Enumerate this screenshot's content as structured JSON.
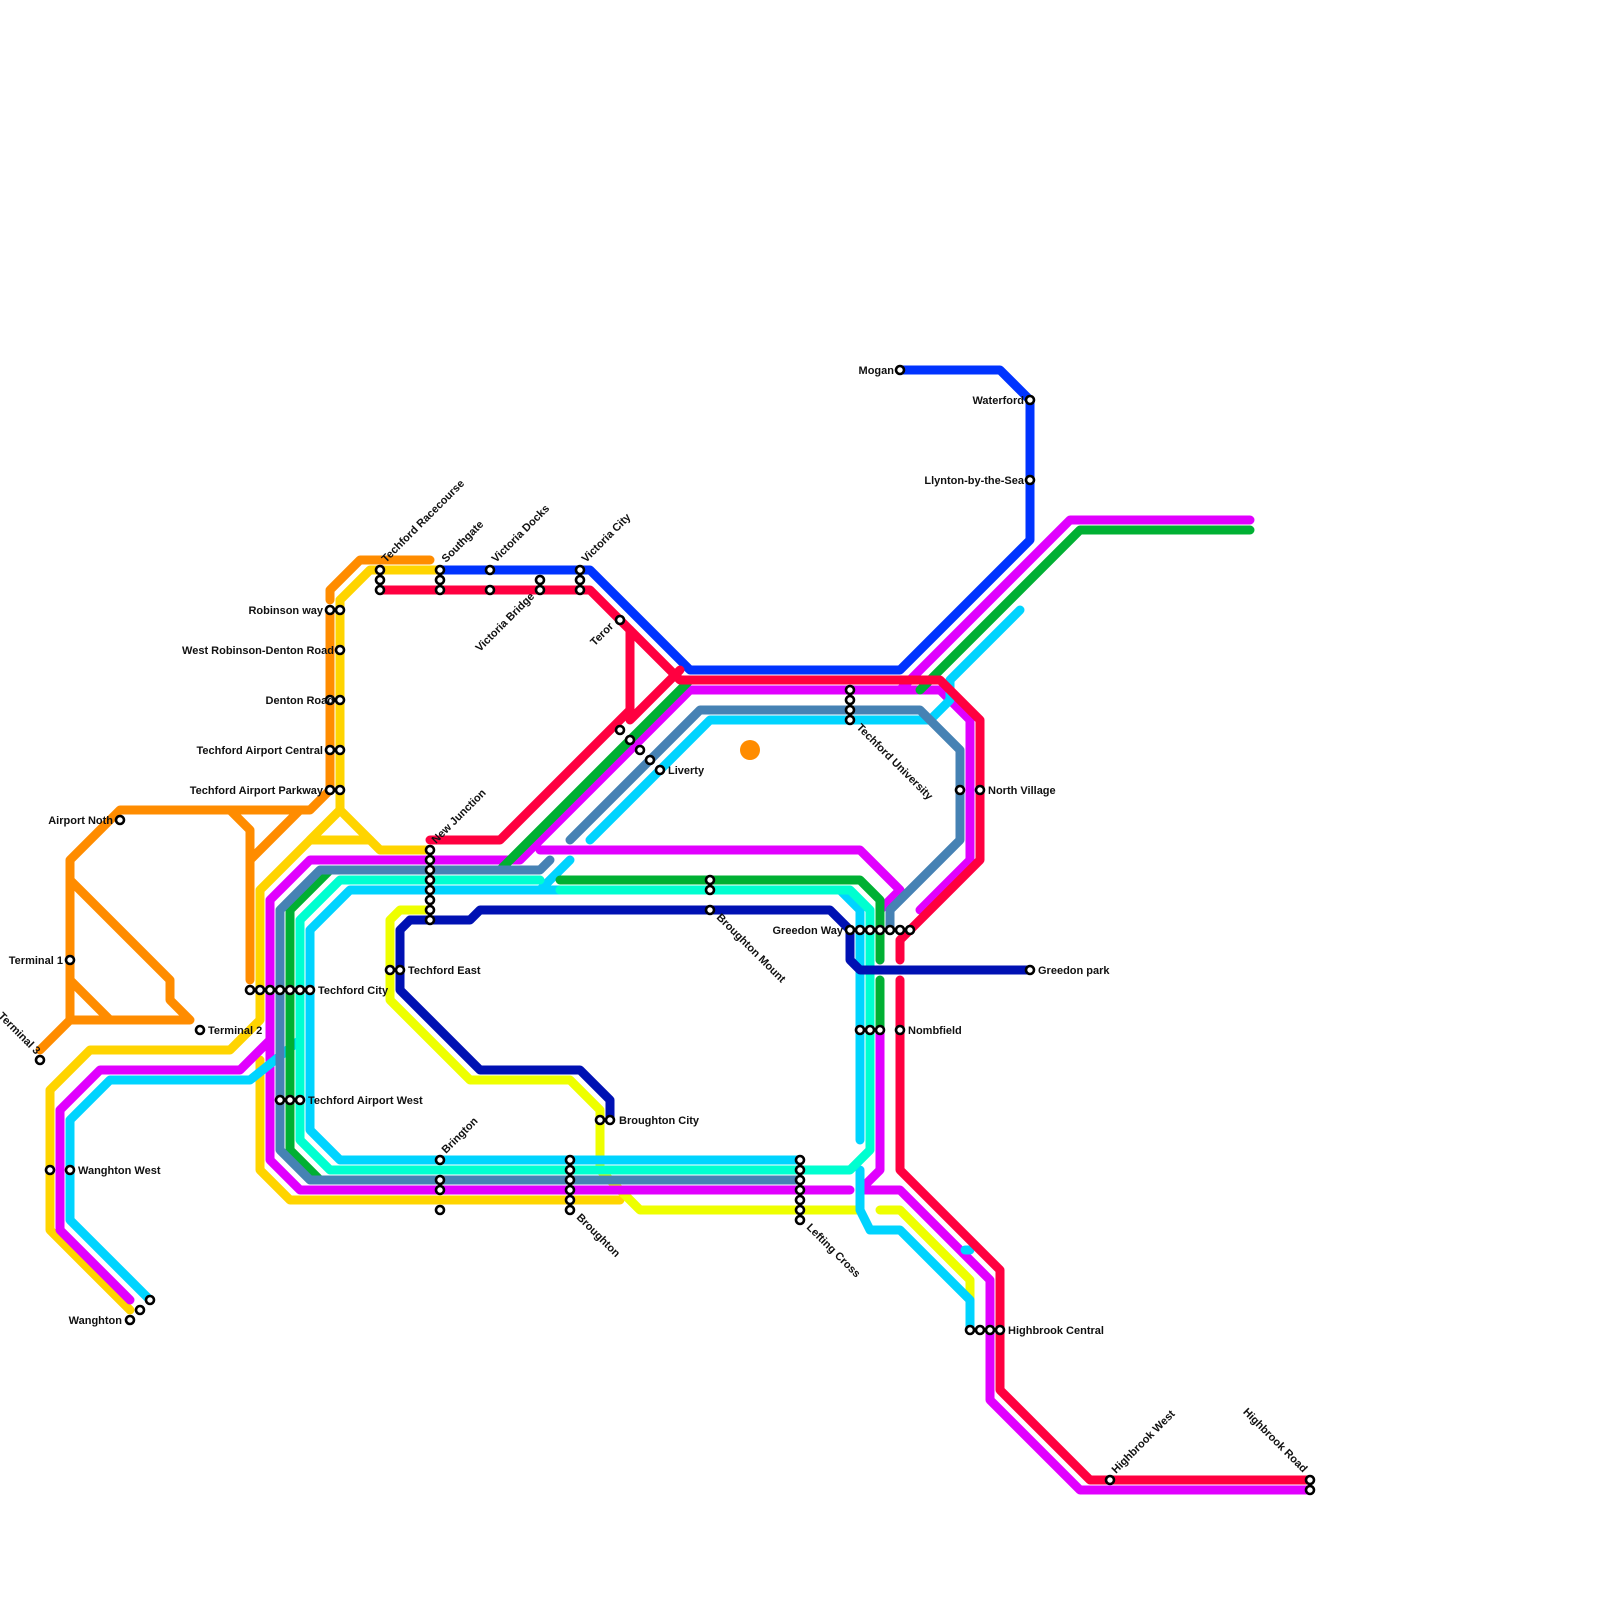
{
  "colors": {
    "orange": "#ff8c00",
    "gold": "#ffd400",
    "yellow": "#eeff00",
    "magenta": "#e100ff",
    "cyan": "#00d4ff",
    "turquoise": "#00ffd0",
    "green": "#00b033",
    "steel": "#4682b4",
    "blue": "#0033ff",
    "navy": "#0011b3",
    "red": "#ff0040"
  },
  "stations": {
    "mogan": "Mogan",
    "waterford": "Waterford",
    "llynton": "Llynton-by-the-Sea",
    "techford_racecourse": "Techford Racecourse",
    "southgate": "Southgate",
    "victoria_docks": "Victoria Docks",
    "victoria_city": "Victoria City",
    "victoria_bridge": "Victoria Bridge",
    "teror": "Teror",
    "robinson_way": "Robinson way",
    "west_robinson_denton": "West Robinson-Denton Road",
    "denton_road": "Denton Road",
    "techford_airport_central": "Techford Airport Central",
    "techford_airport_parkway": "Techford Airport Parkway",
    "airport_noth": "Airport Noth",
    "liverty": "Liverty",
    "techford_university": "Techford University",
    "north_village": "North Village",
    "new_junction": "New Junction",
    "terminal_1": "Terminal 1",
    "terminal_2": "Terminal 2",
    "terminal_3": "Terminal 3",
    "techford_city": "Techford City",
    "techford_east": "Techford East",
    "broughton_mount": "Broughton Mount",
    "greedon_way": "Greedon Way",
    "greedon_park": "Greedon park",
    "nombfield": "Nombfield",
    "techford_airport_west": "Techford Airport West",
    "broughton_city": "Broughton City",
    "wanghton_west": "Wanghton West",
    "wanghton": "Wanghton",
    "brington": "Brington",
    "broughton": "Broughton",
    "lefting_cross": "Lefting Cross",
    "highbrook_central": "Highbrook Central",
    "highbrook_west": "Highbrook West",
    "highbrook_road": "Highbrook Road"
  }
}
